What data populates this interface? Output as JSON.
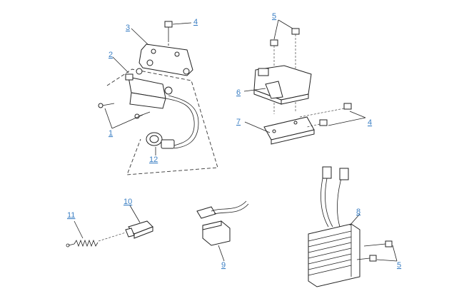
{
  "callouts": {
    "c1": "1",
    "c2": "2",
    "c3": "3",
    "c4a": "4",
    "c4b": "4",
    "c5a": "5",
    "c5b": "5",
    "c6": "6",
    "c7": "7",
    "c8": "8",
    "c9": "9",
    "c10": "10",
    "c11": "11",
    "c12": "12"
  },
  "colors": {
    "callout": "#3b7fc4",
    "line": "#222222"
  }
}
